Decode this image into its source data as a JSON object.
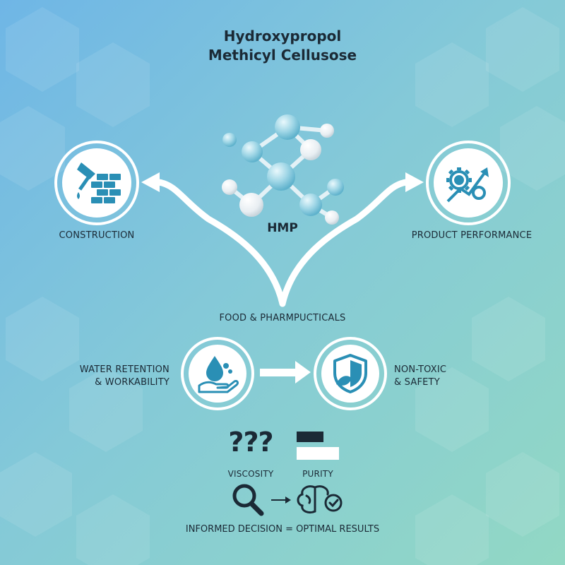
{
  "title_line1": "Hydroxypropol",
  "title_line2": "Methicyl Cellusose",
  "center_label": "HMP",
  "construction_label": "CONSTRUCTION",
  "performance_label": "PRODUCT PERFORMANCE",
  "food_label": "FOOD & PHARMPUCTICALS",
  "water_line1": "WATER RETENTION",
  "water_line2": "& WORKABILITY",
  "safety_line1": "NON-TOXIC",
  "safety_line2": "& SAFETY",
  "viscosity_marks": "???",
  "viscosity_label": "VISCOSITY",
  "purity_label": "PURITY",
  "footer": "INFORMED DECISION = OPTIMAL RESULTS",
  "colors": {
    "accent": "#2a8fb5",
    "dark": "#1b2a36",
    "white": "#ffffff"
  },
  "icons": [
    "trowel-bricks-icon",
    "gears-growth-icon",
    "molecule-icon",
    "water-hand-icon",
    "shield-leaf-icon",
    "arrow-right-icon",
    "magnifier-icon",
    "brain-check-icon"
  ]
}
